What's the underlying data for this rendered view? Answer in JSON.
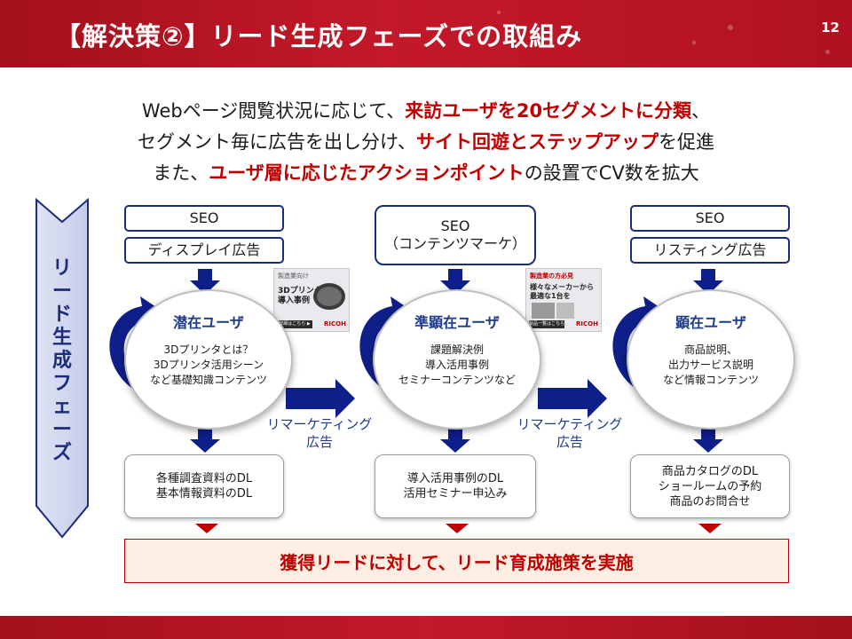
{
  "header": {
    "title": "【解決策②】リード生成フェーズでの取組み",
    "page_number": "12"
  },
  "intro": {
    "line1": {
      "a": "Webページ閲覧状況に応じて、",
      "b": "来訪ユーザを20セグメントに分類",
      "c": "、"
    },
    "line2": {
      "a": "セグメント毎に広告を出し分け、",
      "b": "サイト回遊とステップアップ",
      "c": "を促進"
    },
    "line3": {
      "a": "また、",
      "b": "ユーザ層に応じたアクションポイント",
      "c": "の設置でCV数を拡大"
    }
  },
  "phase_label": "リード生成フェーズ",
  "columns": [
    {
      "top": [
        "SEO",
        "ディスプレイ広告"
      ],
      "title": "潜在ユーザ",
      "body": [
        "3Dプリンタとは？",
        "3Dプリンタ活用シーン",
        "など基礎知識コンテンツ"
      ],
      "result": [
        "各種調査資料のDL",
        "基本情報資料のDL"
      ]
    },
    {
      "top": [
        "SEO",
        "（コンテンツマーケ）"
      ],
      "title": "準顕在ユーザ",
      "body": [
        "課題解決例",
        "導入活用事例",
        "セミナーコンテンツなど"
      ],
      "result": [
        "導入活用事例のDL",
        "活用セミナー申込み"
      ]
    },
    {
      "top": [
        "SEO",
        "リスティング広告"
      ],
      "title": "顕在ユーザ",
      "body": [
        "商品説明、",
        "出力サービス説明",
        "など情報コンテンツ"
      ],
      "result": [
        "商品カタログのDL",
        "ショールームの予約",
        "商品のお問合せ"
      ]
    }
  ],
  "remarketing": [
    {
      "line1": "リマーケティング",
      "line2": "広告"
    },
    {
      "line1": "リマーケティング",
      "line2": "広告"
    }
  ],
  "ad_thumbs": [
    {
      "head": "製造業向け",
      "title1": "3Dプリンター",
      "title2": "導入事例",
      "btn": "詳細はこちら ▶",
      "logo": "RICOH"
    },
    {
      "head": "製造業の方必見",
      "title1": "様々なメーカーから",
      "title2": "最適な1台を",
      "btn": "製品一覧はこちら ▶",
      "logo": "RICOH"
    }
  ],
  "bottom": "獲得リードに対して、リード育成施策を実施",
  "colors": {
    "brand_red": "#c00000",
    "navy": "#1b2d7a",
    "arrow_blue": "#0e1f8a"
  }
}
